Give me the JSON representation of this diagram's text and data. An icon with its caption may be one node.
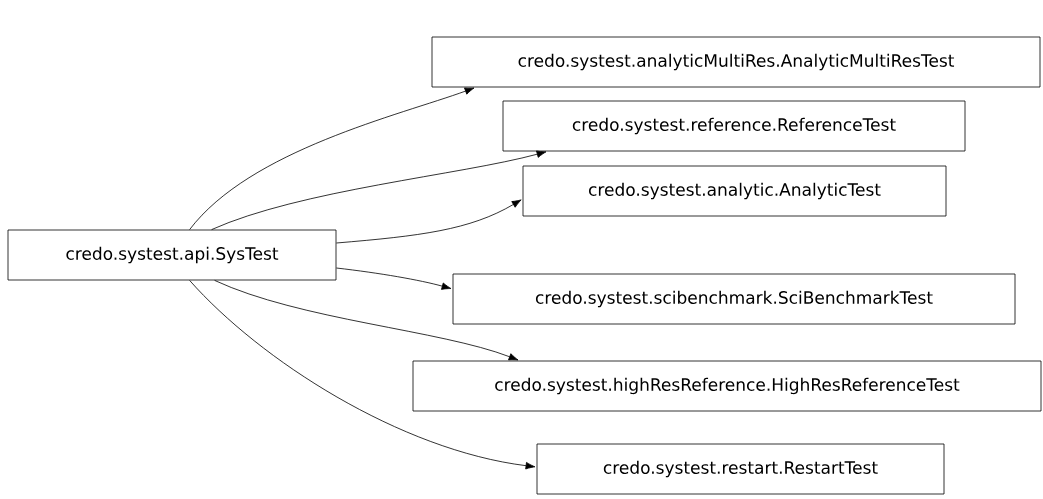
{
  "diagram": {
    "nodes": [
      {
        "text": [
          "credo.systest.api.SysTest"
        ]
      },
      {
        "text": [
          "credo.systest.analyticMultiRes.AnalyticMultiResTest"
        ]
      },
      {
        "text": [
          "credo.systest.reference.ReferenceTest"
        ]
      },
      {
        "text": [
          "credo.systest.analytic.AnalyticTest"
        ]
      },
      {
        "text": [
          "credo.systest.scibenchmark.SciBenchmarkTest"
        ]
      },
      {
        "text": [
          "credo.systest.highResReference.HighResReferenceTest"
        ]
      },
      {
        "text": [
          "credo.systest.restart.RestartTest"
        ]
      }
    ],
    "edges": [
      {
        "from": 0,
        "to": 1,
        "arrow": "to"
      },
      {
        "from": 0,
        "to": 2,
        "arrow": "to"
      },
      {
        "from": 0,
        "to": 3,
        "arrow": "to"
      },
      {
        "from": 0,
        "to": 4,
        "arrow": "to"
      },
      {
        "from": 0,
        "to": 5,
        "arrow": "to"
      },
      {
        "from": 0,
        "to": 6,
        "arrow": "to"
      }
    ]
  }
}
